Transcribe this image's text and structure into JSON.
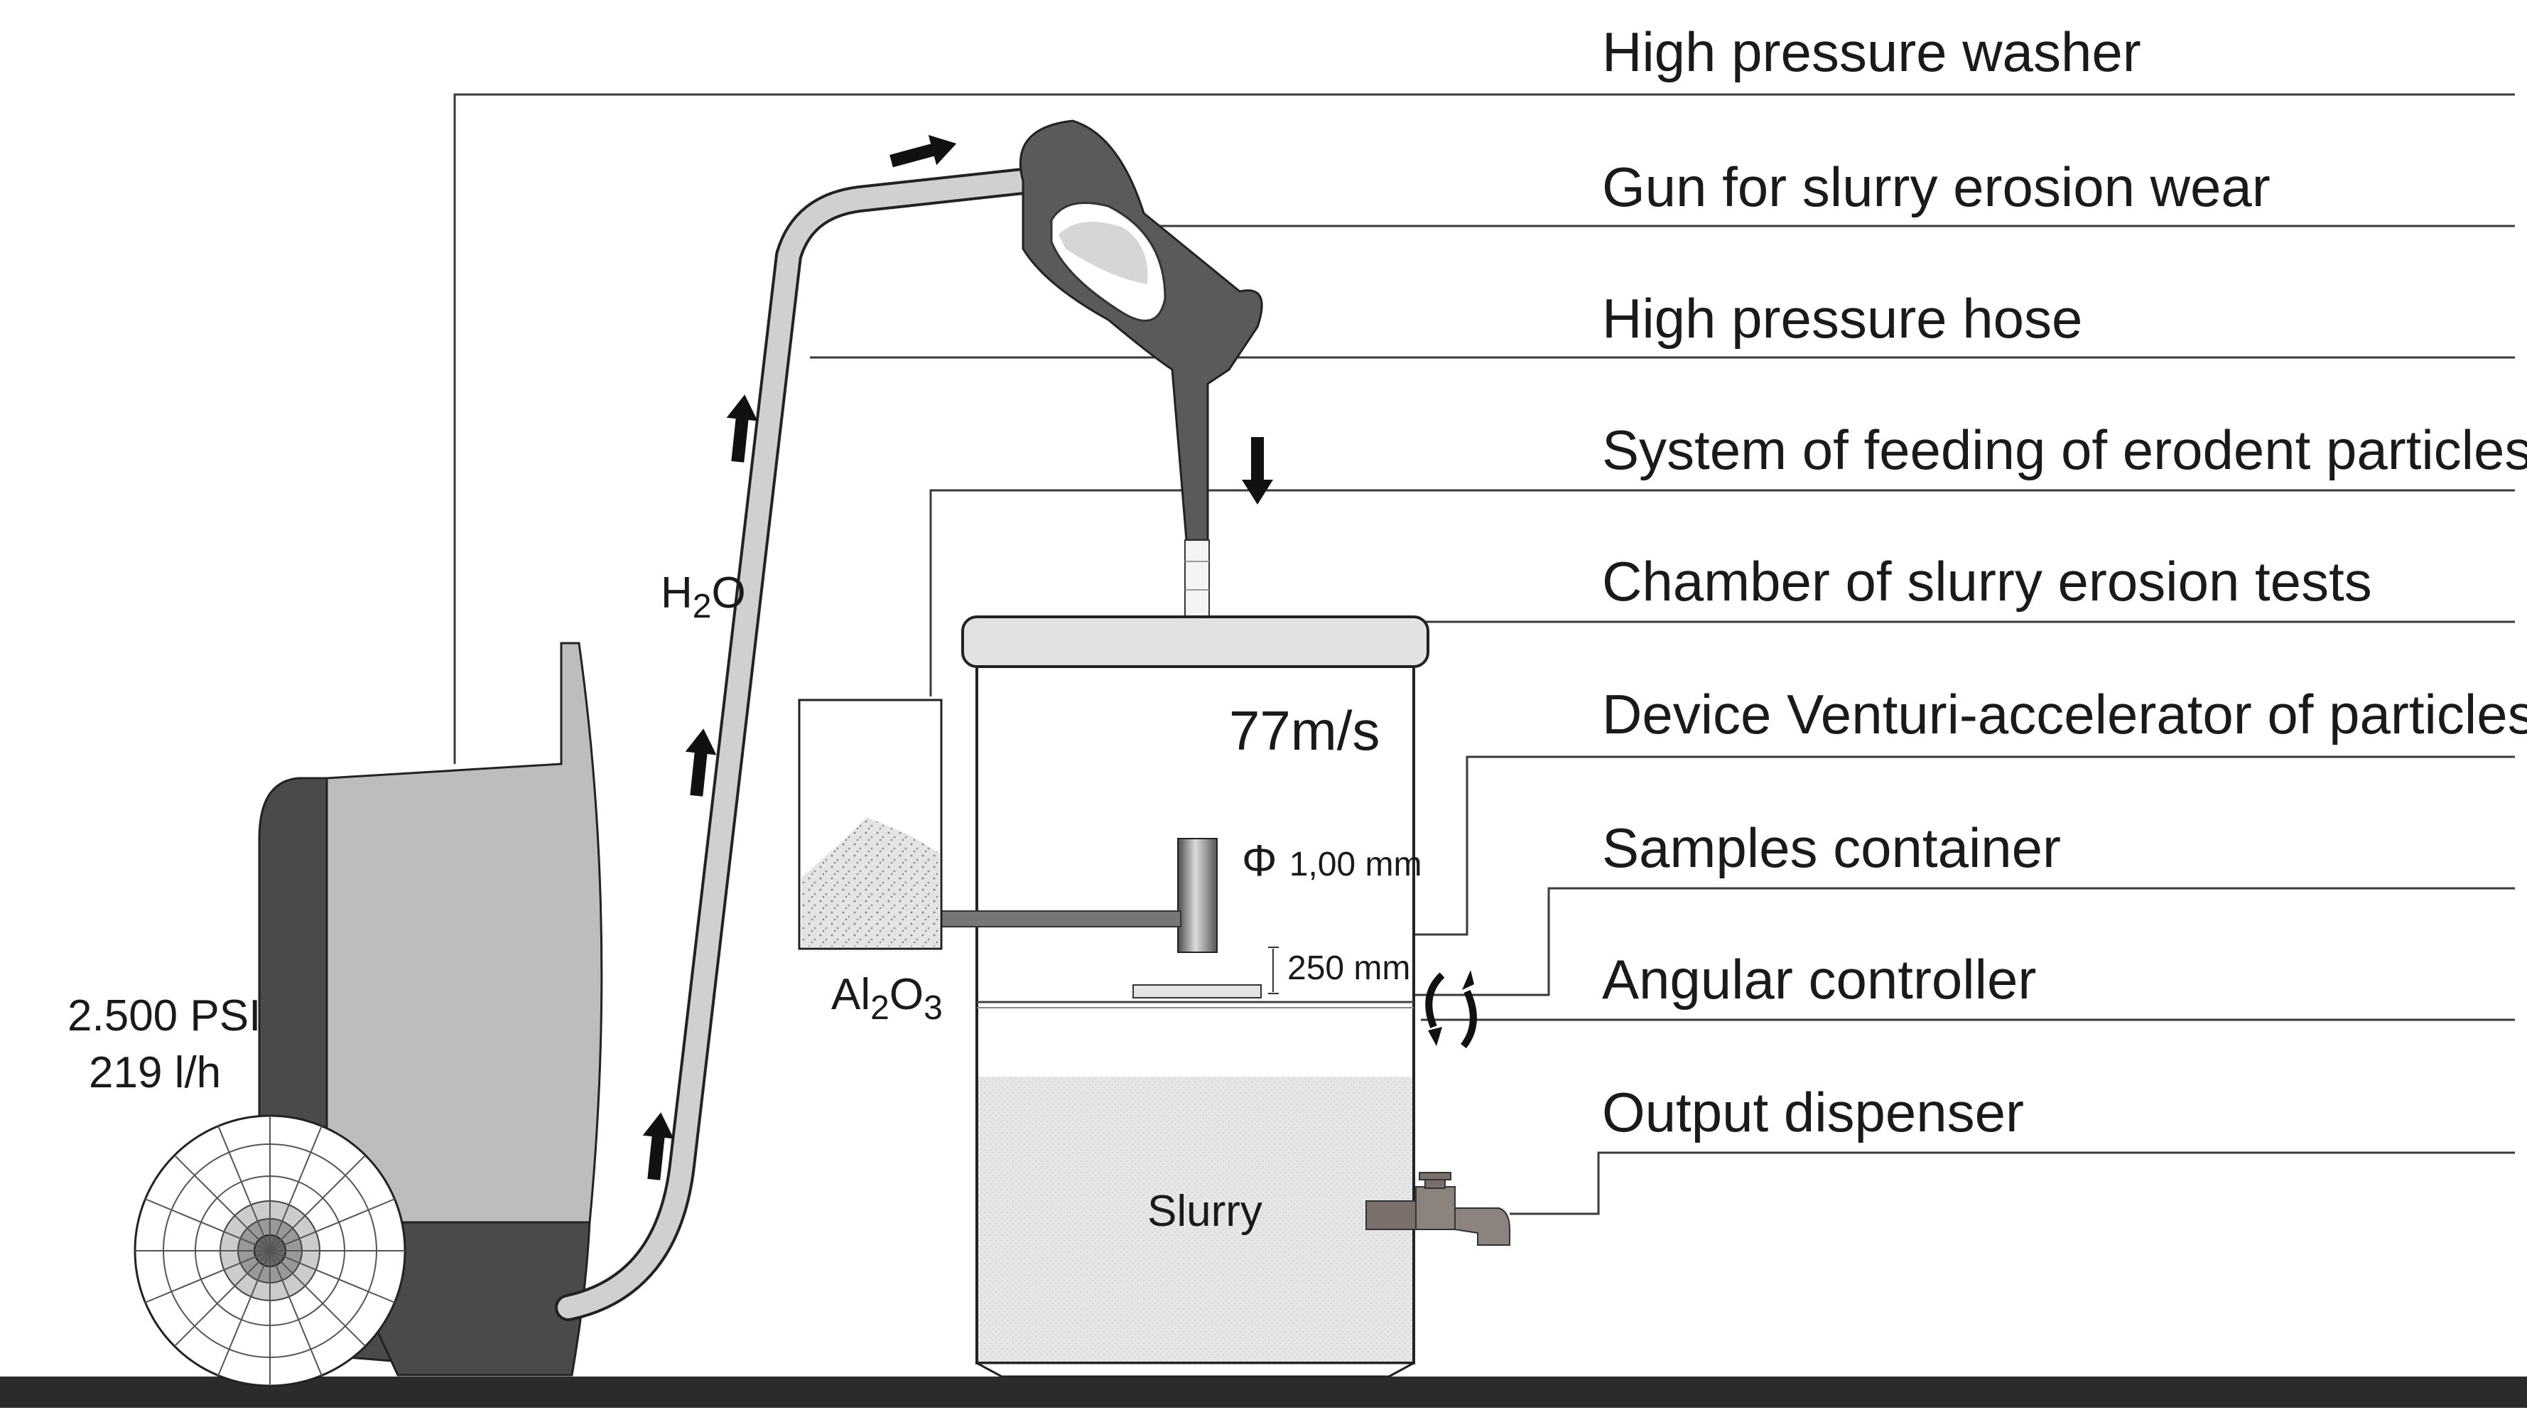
{
  "labels": {
    "high_pressure_washer": "High pressure washer",
    "gun": "Gun for slurry erosion wear",
    "hose": "High pressure hose",
    "feeding_system": "System of feeding of erodent particles",
    "chamber": "Chamber of slurry erosion tests",
    "venturi": "Device Venturi-accelerator of particles",
    "samples_container": "Samples container",
    "angular_controller": "Angular controller",
    "output_dispenser": "Output dispenser"
  },
  "annotations": {
    "water": "H",
    "water_sub": "2",
    "water_end": "O",
    "velocity": "77m/s",
    "diameter_symbol": "Φ",
    "diameter": "1,00 mm",
    "distance": "250 mm",
    "pressure": "2.500 PSI",
    "flow": "219 l/h",
    "al": "Al",
    "al_sub": "2",
    "o": "O",
    "o_sub": "3",
    "slurry": "Slurry"
  },
  "colors": {
    "dark_gray": "#4a4a4a",
    "mid_gray": "#bdbdbd",
    "light_gray": "#dcdcdc",
    "faucet": "#7a6f6b",
    "floor": "#2b2b2b"
  }
}
